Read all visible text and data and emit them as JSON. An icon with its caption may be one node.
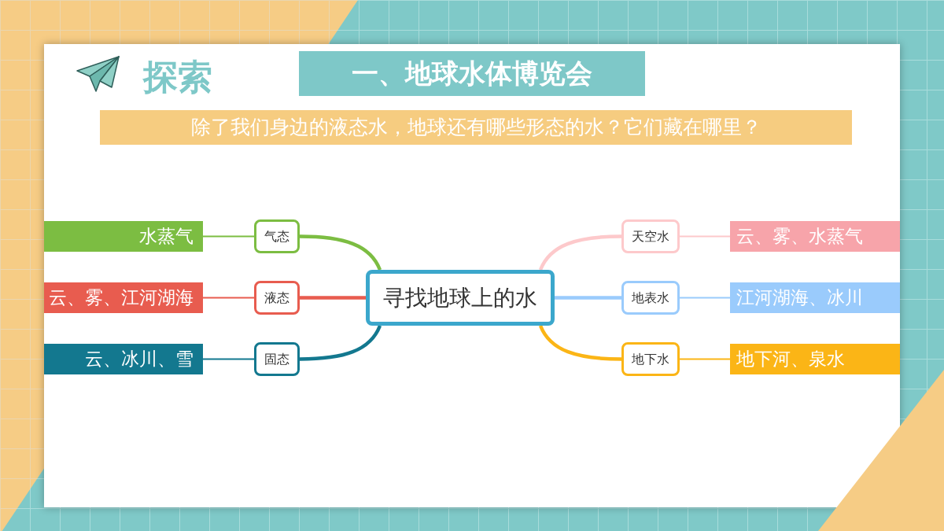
{
  "diagram": {
    "title": "一、地球水体博览会",
    "nodes": [
      {
        "text": [
          "寻找地球上的水"
        ]
      },
      {
        "text": [
          "气态"
        ]
      },
      {
        "text": [
          "液态"
        ]
      },
      {
        "text": [
          "固态"
        ]
      },
      {
        "text": [
          "天空水"
        ]
      },
      {
        "text": [
          "地表水"
        ]
      },
      {
        "text": [
          "地下水"
        ]
      },
      {
        "text": [
          "水蒸气"
        ]
      },
      {
        "text": [
          "云、雾、江河湖海"
        ]
      },
      {
        "text": [
          "云、冰川、雪"
        ]
      },
      {
        "text": [
          "云、雾、水蒸气"
        ]
      },
      {
        "text": [
          "江河湖海、冰川"
        ]
      },
      {
        "text": [
          "地下河、泉水"
        ]
      }
    ],
    "edges": [
      {
        "from": 0,
        "to": 1,
        "arrow": "none",
        "style": "thick",
        "color": "#7cbd42"
      },
      {
        "from": 0,
        "to": 2,
        "arrow": "none",
        "style": "thick",
        "color": "#e85c4f"
      },
      {
        "from": 0,
        "to": 3,
        "arrow": "none",
        "style": "thick",
        "color": "#13788f"
      },
      {
        "from": 0,
        "to": 4,
        "arrow": "none",
        "style": "thick",
        "color": "#fdc9cb"
      },
      {
        "from": 0,
        "to": 5,
        "arrow": "none",
        "style": "thick",
        "color": "#9acbfc"
      },
      {
        "from": 0,
        "to": 6,
        "arrow": "none",
        "style": "thick",
        "color": "#fbb516"
      },
      {
        "from": 1,
        "to": 7,
        "arrow": "none",
        "color": "#7cbd42"
      },
      {
        "from": 2,
        "to": 8,
        "arrow": "none",
        "color": "#e85c4f"
      },
      {
        "from": 3,
        "to": 9,
        "arrow": "none",
        "color": "#13788f"
      },
      {
        "from": 4,
        "to": 10,
        "arrow": "none",
        "color": "#fdc9cb"
      },
      {
        "from": 5,
        "to": 11,
        "arrow": "none",
        "color": "#9acbfc"
      },
      {
        "from": 6,
        "to": 12,
        "arrow": "none",
        "color": "#fbb516"
      }
    ],
    "labels": [
      "探索",
      "除了我们身边的液态水，地球还有哪些形态的水？它们藏在哪里？"
    ]
  }
}
